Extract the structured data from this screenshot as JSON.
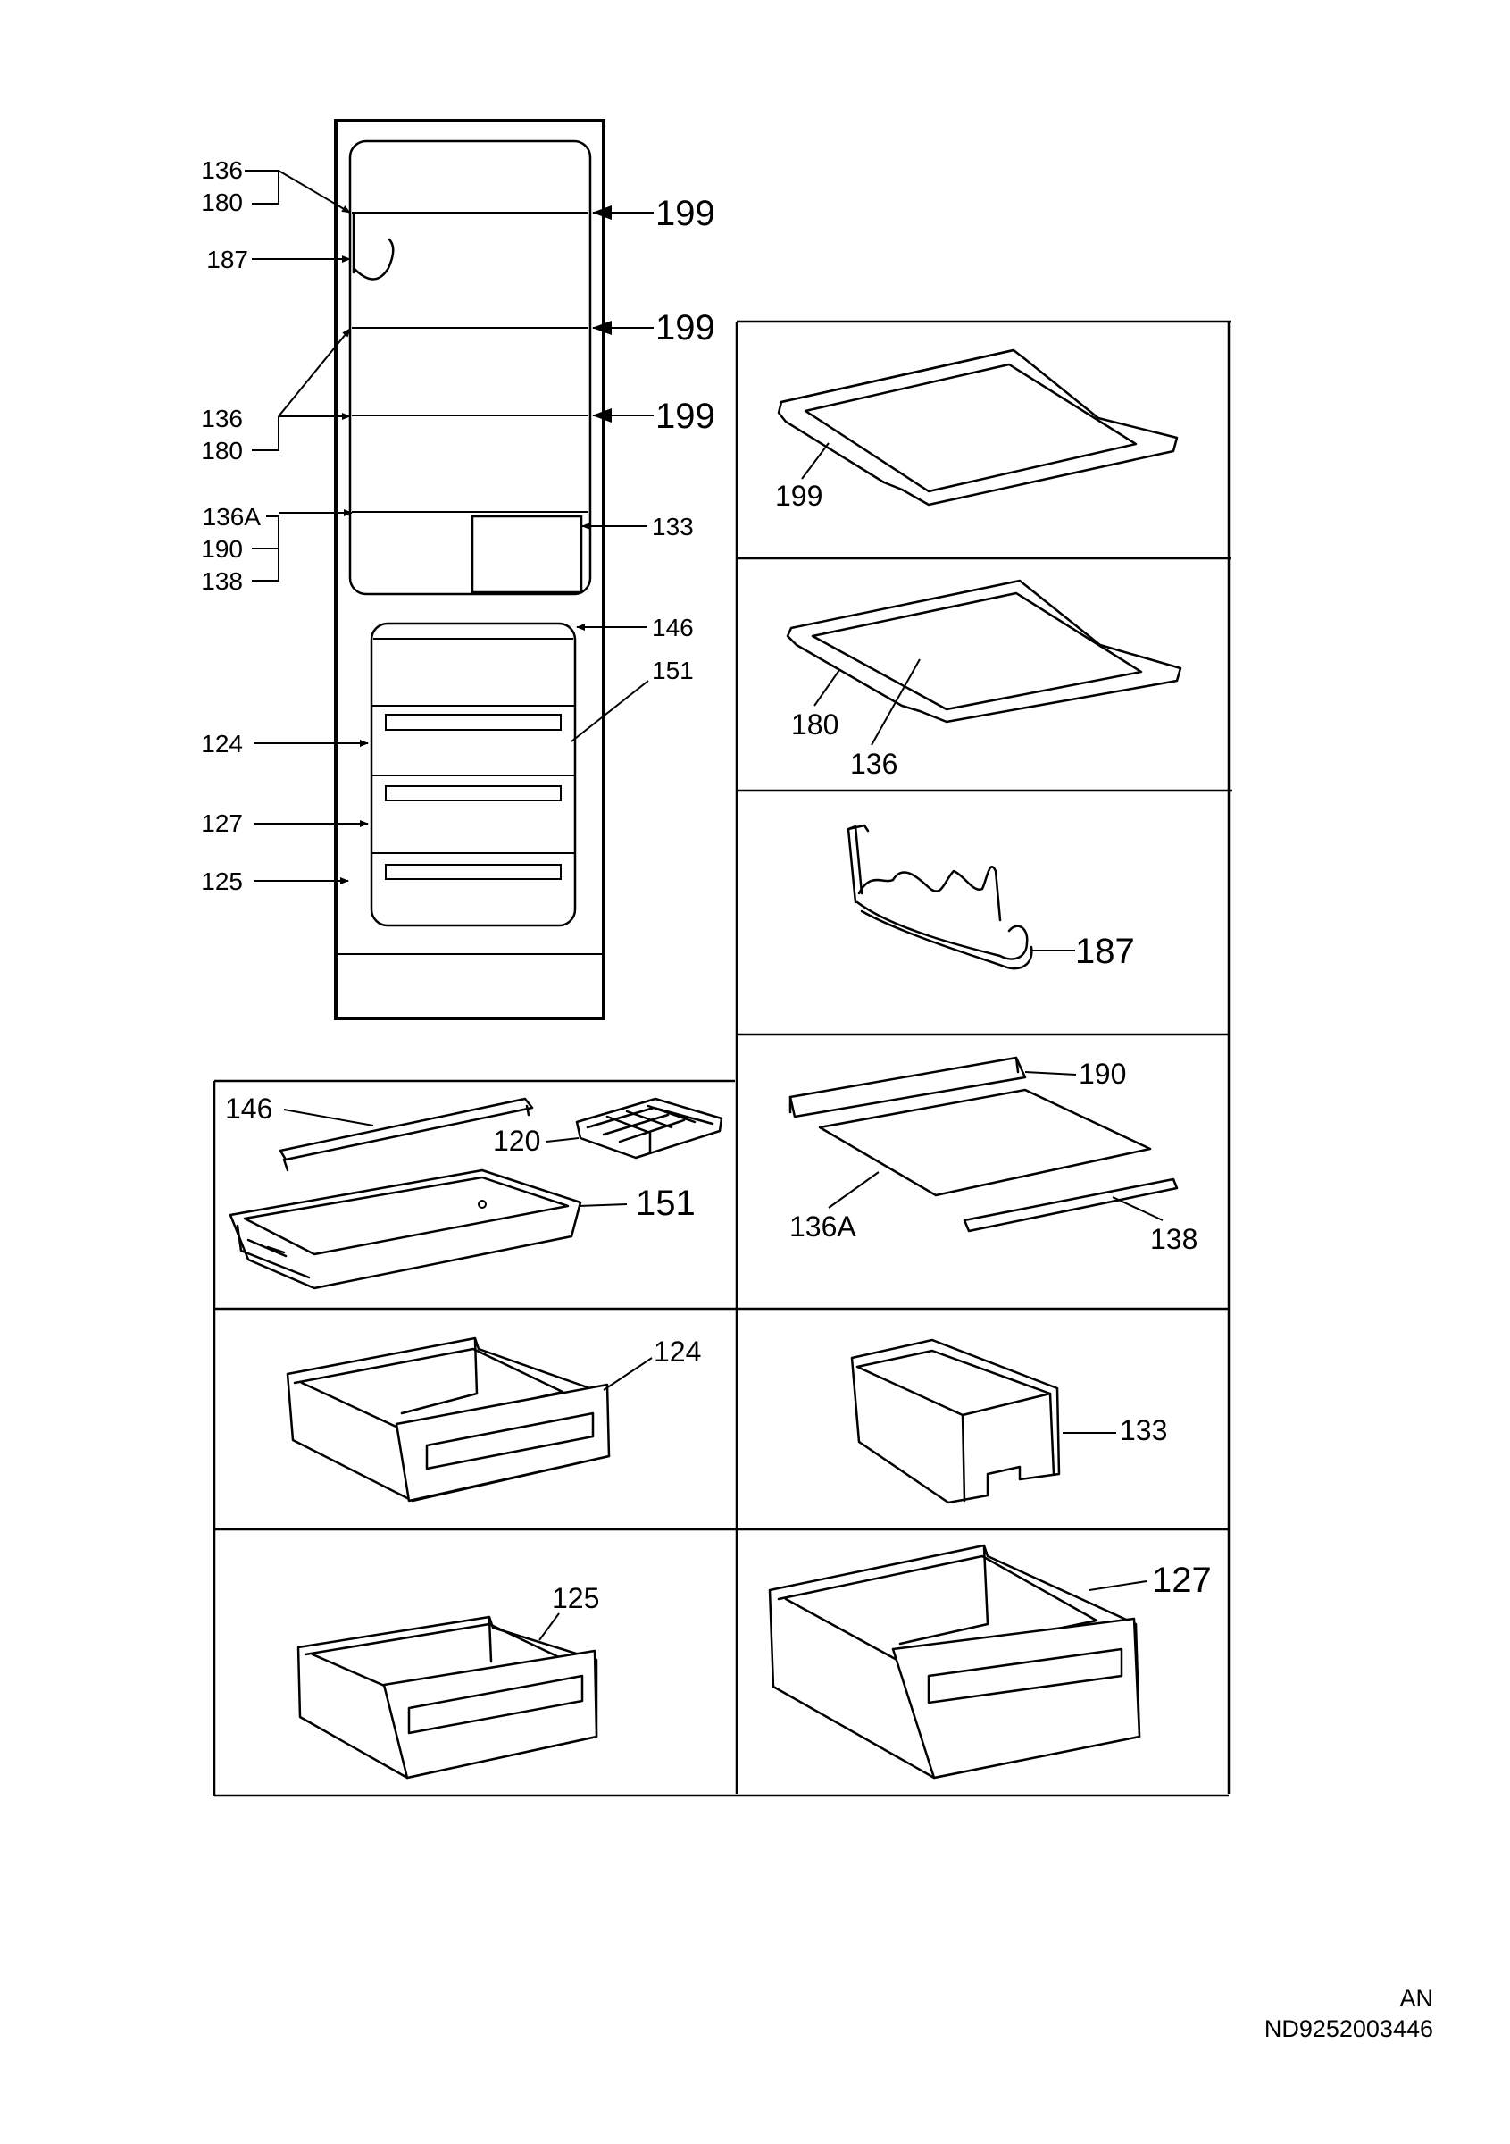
{
  "overview": {
    "labels_left": [
      "136",
      "180",
      "187",
      "136",
      "180",
      "136A",
      "190",
      "138",
      "124",
      "127",
      "125"
    ],
    "labels_right": [
      "199",
      "199",
      "199",
      "133",
      "146",
      "151"
    ]
  },
  "panels": {
    "shelf_199": {
      "label": "199"
    },
    "shelf_136": {
      "frame": "180",
      "glass": "136"
    },
    "bottle_rack": {
      "label": "187"
    },
    "shelf_136A": {
      "trim": "190",
      "glass": "136A",
      "rail": "138"
    },
    "freezer_tray": {
      "strip": "146",
      "ice_tray": "120",
      "tray": "151"
    },
    "drawer_124": {
      "label": "124"
    },
    "box_133": {
      "label": "133"
    },
    "drawer_125": {
      "label": "125"
    },
    "drawer_127": {
      "label": "127"
    }
  },
  "footer": {
    "code": "AN",
    "doc": "ND9252003446"
  }
}
